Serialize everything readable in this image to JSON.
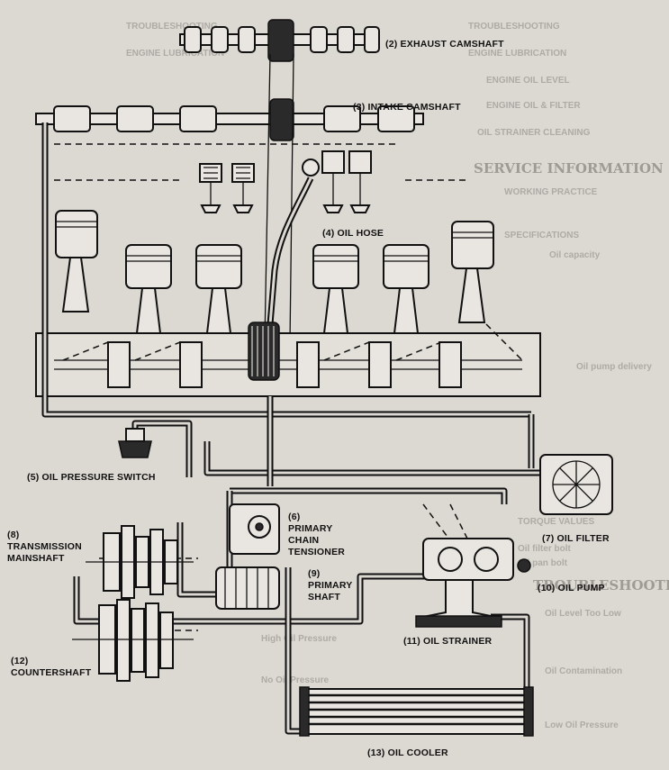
{
  "labels": {
    "exhaust_camshaft": "(2) EXHAUST CAMSHAFT",
    "intake_camshaft": "(3) INTAKE CAMSHAFT",
    "oil_hose": "(4) OIL HOSE",
    "oil_pressure_switch": "(5) OIL PRESSURE SWITCH",
    "primary_chain_tensioner": [
      "(6)",
      "PRIMARY",
      "CHAIN",
      "TENSIONER"
    ],
    "oil_filter": "(7) OIL FILTER",
    "transmission_mainshaft": [
      "(8)",
      "TRANSMISSION",
      "MAINSHAFT"
    ],
    "primary_shaft": [
      "(9)",
      "PRIMARY",
      "SHAFT"
    ],
    "oil_pump": "(10) OIL PUMP",
    "oil_strainer": "(11) OIL STRAINER",
    "countershaft": [
      "(12)",
      "COUNTERSHAFT"
    ],
    "oil_cooler": "(13) OIL COOLER"
  },
  "background_text": {
    "troubleshooting": "TROUBLESHOOTING",
    "engine_lubrication": "ENGINE LUBRICATION",
    "engine_oil_level": "ENGINE OIL LEVEL",
    "engine_oil_filter": "ENGINE OIL & FILTER",
    "oil_strainer_cleaning": "OIL STRAINER CLEANING",
    "service_information": "SERVICE INFORMATION",
    "working_practice": "WORKING PRACTICE",
    "specifications": "SPECIFICATIONS",
    "oil_capacity": "Oil capacity",
    "oil_pump_delivery": "Oil pump delivery",
    "torque_values": "TORQUE VALUES",
    "oil_filter_bolt": "Oil filter bolt",
    "oil_pan_bolt": "Oil pan bolt",
    "troubleshooting_side": "TROUBLESHOOTING",
    "oil_level_too_low": "Oil Level Too Low",
    "oil_contamination": "Oil Contamination",
    "low_oil_pressure": "Low Oil Pressure",
    "high_oil_pressure": "High Oil Pressure",
    "no_oil_pressure": "No Oil Pressure"
  },
  "colors": {
    "paper": "#dcd8d2",
    "ink": "#111111",
    "ghost": "#8a8580"
  }
}
